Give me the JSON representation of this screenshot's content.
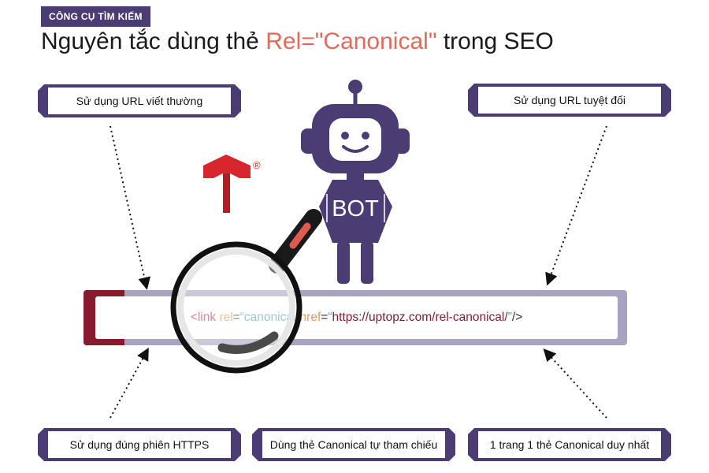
{
  "category_tag": "CÔNG CỤ TÌM KIẾM",
  "title": {
    "prefix": "Nguyên tắc dùng thẻ ",
    "highlight": "Rel=\"Canonical\"",
    "suffix": " trong SEO"
  },
  "tips": {
    "top_left": "Sử dụng URL viết thường",
    "top_right": "Sử dụng URL tuyệt đối",
    "bottom_left": "Sử dụng đúng phiên  HTTPS",
    "bottom_center": "Dùng thẻ Canonical tự tham chiếu",
    "bottom_right": "1 trang 1 thẻ Canonical duy nhất"
  },
  "code": {
    "open": "<link",
    "rel_attr": "rel",
    "eq1": " = ",
    "rel_val": "“canonical”",
    "href_attr": " href",
    "eq2": " = ",
    "quote_open": "“",
    "url": " https://uptopz.com/rel-canonical/",
    "quote_close": "”",
    "close": " />"
  },
  "robot_label": "BOT",
  "logo_mark": "®",
  "colors": {
    "purple": "#4b3c74",
    "accent": "#e26a5a",
    "maroon": "#861b2d",
    "logo_red": "#d7262e"
  }
}
